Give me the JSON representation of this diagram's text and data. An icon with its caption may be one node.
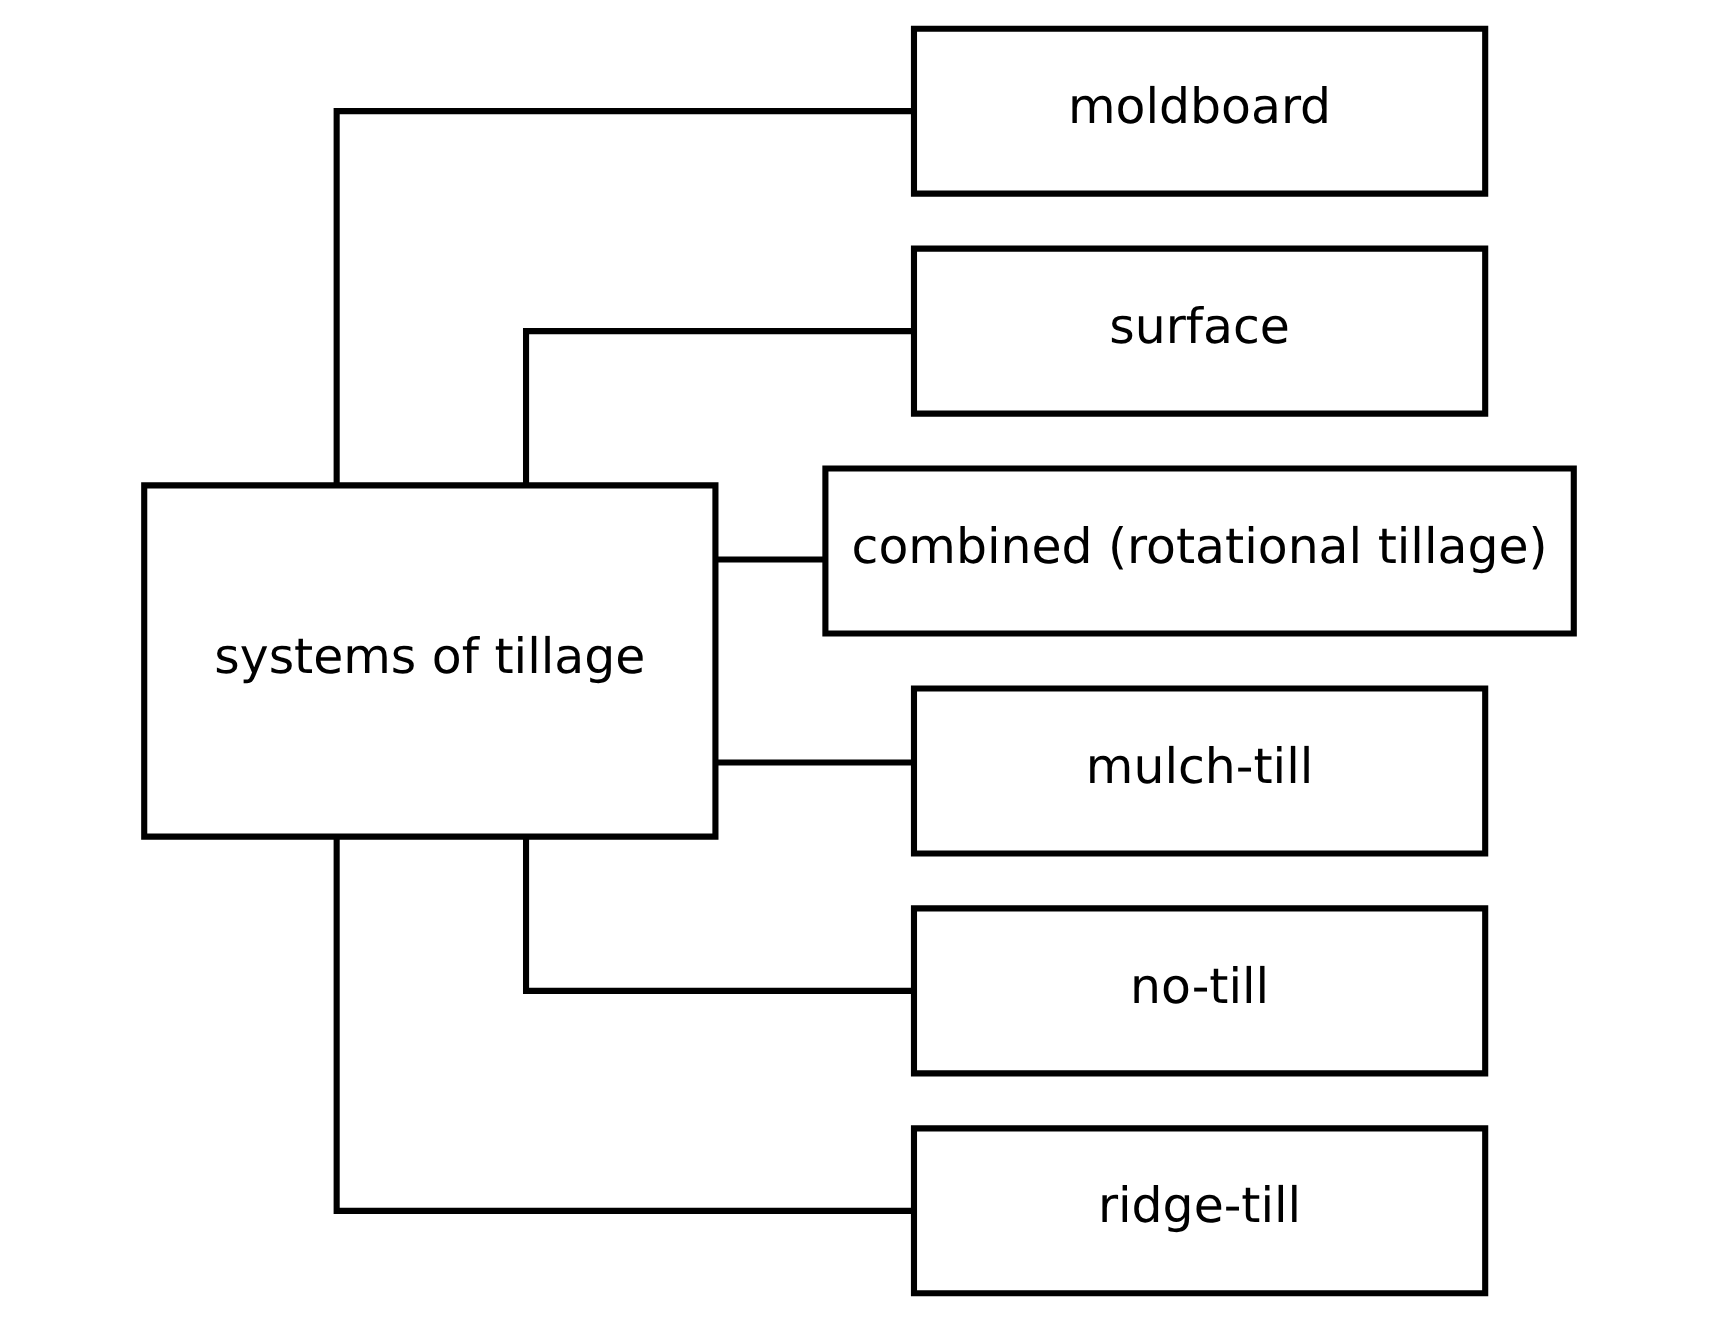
{
  "diagram": {
    "nodes": [
      {
        "text": [
          "systems of tillage"
        ]
      },
      {
        "text": [
          "moldboard"
        ]
      },
      {
        "text": [
          "surface"
        ]
      },
      {
        "text": [
          "combined (rotational tillage)"
        ]
      },
      {
        "text": [
          "mulch-till"
        ]
      },
      {
        "text": [
          "no-till"
        ]
      },
      {
        "text": [
          "ridge-till"
        ]
      }
    ],
    "edges": [
      {
        "from": 0,
        "to": 1,
        "arrow": "none"
      },
      {
        "from": 0,
        "to": 2,
        "arrow": "none"
      },
      {
        "from": 0,
        "to": 3,
        "arrow": "none"
      },
      {
        "from": 0,
        "to": 4,
        "arrow": "none"
      },
      {
        "from": 0,
        "to": 5,
        "arrow": "none"
      },
      {
        "from": 0,
        "to": 6,
        "arrow": "none"
      }
    ]
  }
}
